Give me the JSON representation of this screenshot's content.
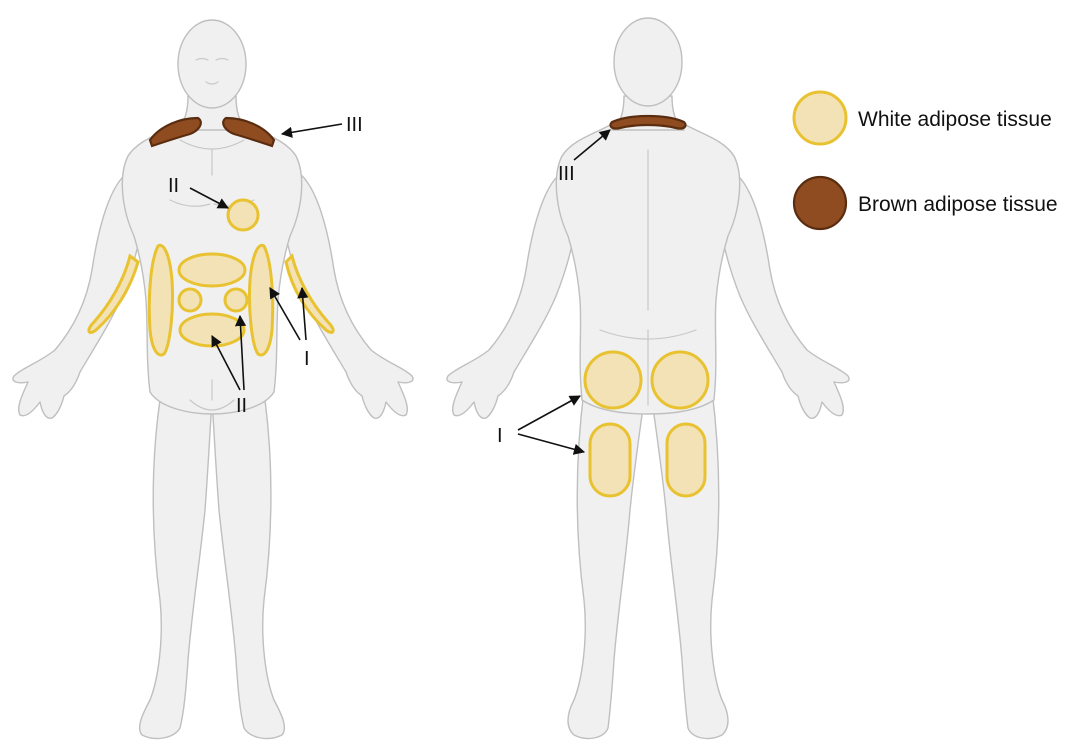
{
  "labels": {
    "type_i": "I",
    "type_ii": "II",
    "type_iii": "III"
  },
  "legend": {
    "white_label": "White adipose tissue",
    "brown_label": "Brown adipose tissue"
  },
  "colors": {
    "white_fill": "#f2e2b6",
    "white_stroke": "#e8c230",
    "brown_fill": "#8f4c20",
    "brown_stroke": "#5a2d10",
    "skin": "#f0f0f0"
  }
}
